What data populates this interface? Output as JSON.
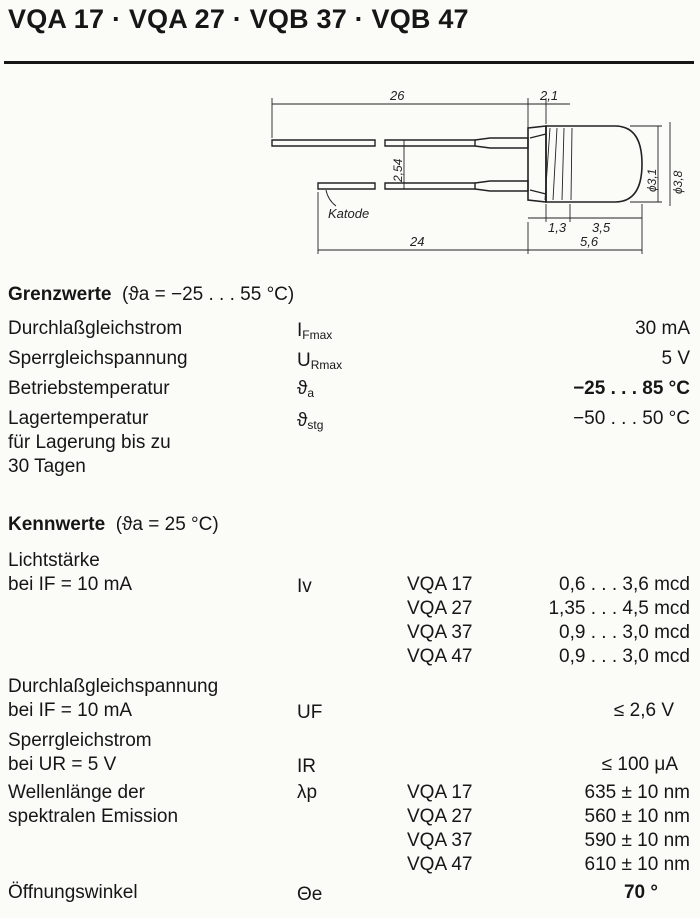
{
  "title": "VQA 17 · VQA 27 · VQB 37 · VQB 47",
  "drawing": {
    "dim_26": "26",
    "dim_2_1": "2,1",
    "dim_2_54": "2,54",
    "dim_phi_3_1": "ϕ3,1",
    "dim_phi_3_8": "ϕ3,8",
    "katode": "Katode",
    "dim_1_3": "1,3",
    "dim_3_5": "3,5",
    "dim_24": "24",
    "dim_5_6": "5,6"
  },
  "grenzwerte": {
    "heading": "Grenzwerte",
    "condition": "(ϑa = −25 . . . 55 °C)",
    "rows": [
      {
        "param": "Durchlaßgleichstrom",
        "sym": "I",
        "sub": "Fmax",
        "value": "30 mA"
      },
      {
        "param": "Sperrgleichspannung",
        "sym": "U",
        "sub": "Rmax",
        "value": "5 V"
      },
      {
        "param": "Betriebstemperatur",
        "sym": "ϑ",
        "sub": "a",
        "value": "−25 . . . 85 °C"
      },
      {
        "param": "Lagertemperatur",
        "sym": "ϑ",
        "sub": "stg",
        "value": "−50 . . . 50 °C"
      }
    ],
    "lager_line2": "für Lagerung bis zu",
    "lager_line3": "30 Tagen"
  },
  "kennwerte": {
    "heading": "Kennwerte",
    "condition": "(ϑa = 25 °C)",
    "licht_line1": "Lichtstärke",
    "licht_line2": "bei IF = 10 mA",
    "licht_sym": "Iv",
    "licht_rows": [
      {
        "type": "VQA 17",
        "value": "0,6 . . . 3,6 mcd"
      },
      {
        "type": "VQA 27",
        "value": "1,35 . . . 4,5 mcd"
      },
      {
        "type": "VQA 37",
        "value": "0,9 . . . 3,0 mcd"
      },
      {
        "type": "VQA 47",
        "value": "0,9 . . . 3,0 mcd"
      }
    ],
    "durch_line1": "Durchlaßgleichspannung",
    "durch_line2": "bei IF = 10 mA",
    "durch_sym": "UF",
    "durch_value": "≤ 2,6 V",
    "sperr_line1": "Sperrgleichstrom",
    "sperr_line2": "bei UR = 5 V",
    "sperr_sym": "IR",
    "sperr_value": "≤ 100 μA",
    "wellen_line1": "Wellenlänge der",
    "wellen_line2": "spektralen Emission",
    "wellen_sym": "λp",
    "wellen_rows": [
      {
        "type": "VQA 17",
        "value": "635 ± 10 nm"
      },
      {
        "type": "VQA 27",
        "value": "560 ± 10 nm"
      },
      {
        "type": "VQA 37",
        "value": "590 ± 10 nm"
      },
      {
        "type": "VQA 47",
        "value": "610 ± 10 nm"
      }
    ],
    "oeffnung_label": "Öffnungswinkel",
    "oeffnung_sym": "Θe",
    "oeffnung_value": "70 °"
  }
}
